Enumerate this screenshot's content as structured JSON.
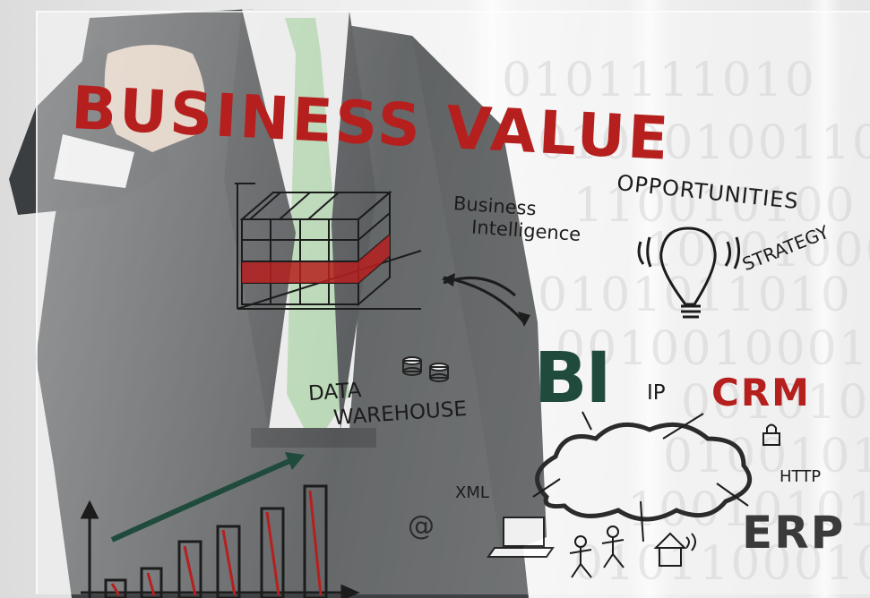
{
  "image": {
    "description_free": true
  },
  "whiteboard": {
    "title": "BUSINESS VALUE",
    "business_intelligence_label": [
      "Business",
      "Intelligence"
    ],
    "opportunities_label": "OPPORTUNITIES",
    "strategy_label": "STRATEGY",
    "bi_label": "BI",
    "ip_label": "IP",
    "crm_label": "CRM",
    "data_warehouse_label": [
      "DATA",
      "WAREHOUSE"
    ],
    "xml_label": "XML",
    "http_label": "HTTP",
    "erp_label": "ERP",
    "at_symbol": "@"
  },
  "colors": {
    "marker_red": "#b5201e",
    "marker_green": "#1f4a3c",
    "marker_black": "#1c1c1c",
    "suit": "#3f4244",
    "tie": "#a9cfa5"
  },
  "icons": [
    "lightbulb-icon",
    "cloud-icon",
    "lock-icon",
    "house-icon",
    "laptop-icon",
    "people-icon",
    "database-icon",
    "data-cube-icon",
    "bar-chart-icon"
  ]
}
